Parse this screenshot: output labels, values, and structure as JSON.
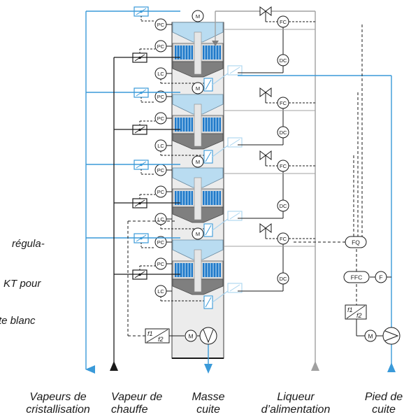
{
  "bottom_labels": {
    "vapeurs_cristallisation": [
      "Vapeurs de",
      "cristallisation"
    ],
    "vapeur_chauffe": [
      "Vapeur de",
      "chauffe"
    ],
    "masse_cuite": [
      "Masse",
      "cuite"
    ],
    "liqueur_alimentation": [
      "Liqueur",
      "d’alimentation"
    ],
    "pied_cuite": [
      "Pied de",
      "cuite"
    ]
  },
  "side_notes": [
    "régula-",
    "KT pour",
    "te blanc"
  ],
  "instruments": {
    "pc": "PC",
    "lc": "LC",
    "fc": "FC",
    "dc": "DC",
    "fq": "FQ",
    "ffc": "FFC",
    "f": "F",
    "motor": "M",
    "ratio": [
      "f1",
      "f2"
    ]
  },
  "colors": {
    "vapor_blue": "#3a9ad9",
    "light_blue": "#a9d4ef",
    "column_fill": "#b9dcf1",
    "heater_fill": "#1f79c9",
    "steel": "#7f7f7f",
    "grey_line": "#a0a0a0",
    "black": "#1a1a1a"
  }
}
